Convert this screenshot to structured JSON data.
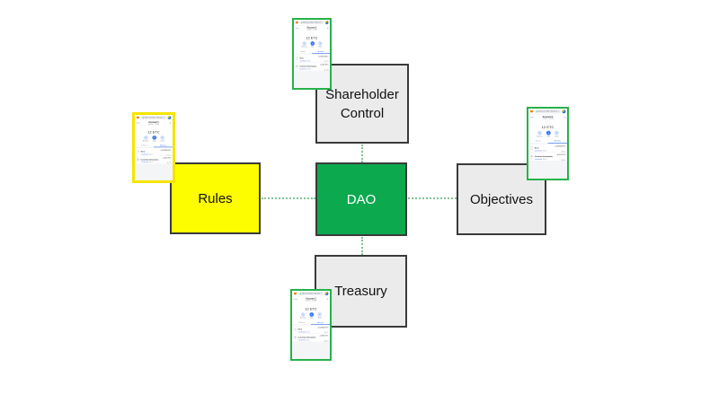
{
  "diagram": {
    "nodes": {
      "dao": {
        "label": "DAO"
      },
      "shareholder": {
        "label": "Shareholder Control"
      },
      "rules": {
        "label": "Rules"
      },
      "objectives": {
        "label": "Objectives"
      },
      "treasury": {
        "label": "Treasury"
      }
    },
    "colors": {
      "dao_green": "#0ca94f",
      "rules_yellow": "#fdfd00",
      "node_gray": "#ebebeb",
      "node_border": "#3a3a3a",
      "connector_green": "#7fc497",
      "thumb_border_green": "#27b24b",
      "thumb_border_yellow": "#f5e400",
      "accent_blue": "#3b76f6"
    }
  },
  "wallet": {
    "network": "Ethereum Main Network",
    "account_name": "Account 1",
    "account_address": "0x1D6...C92A",
    "balance": "12 ETC",
    "actions": [
      {
        "icon": "↓",
        "label": "Receive"
      },
      {
        "icon": "+",
        "label": "Buy"
      },
      {
        "icon": "↑",
        "label": "Send"
      }
    ],
    "tabs": [
      {
        "label": "Tokens"
      },
      {
        "label": "Activity"
      }
    ],
    "transactions": [
      {
        "icon": "↗",
        "title": "Sent",
        "status": "Confirmed",
        "date": "Mar 4",
        "amount": "-0.00924 ETC",
        "fiat": "-$1.71"
      },
      {
        "icon": "⚙",
        "title": "Contract Interaction",
        "status": "Confirmed",
        "date": "Mar 3",
        "amount": "-0.001 ETC",
        "fiat": "-$0.18"
      }
    ]
  }
}
